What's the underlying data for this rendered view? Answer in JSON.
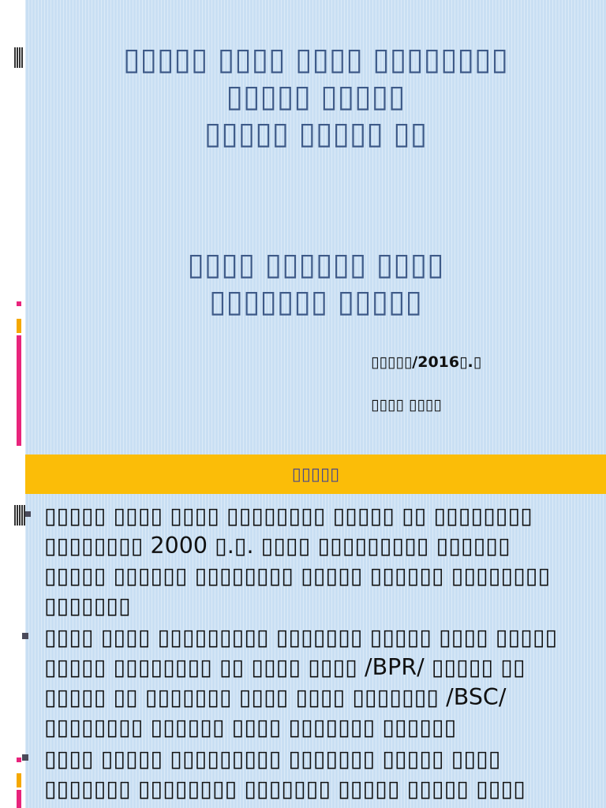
{
  "slide1": {
    "title_lines": [
      "▯▯▯▯▯ ▯▯▯▯ ▯▯▯▯ ▯▯▯▯▯▯▯▯",
      "▯▯▯▯▯ ▯▯▯▯▯",
      "▯▯▯▯▯ ▯▯▯▯▯ ▯▯"
    ],
    "subtitle_lines": [
      "▯▯▯▯ ▯▯▯▯▯▯ ▯▯▯▯",
      "▯▯▯▯▯▯▯ ▯▯▯▯▯"
    ],
    "date_text": "▯▯▯▯▯/2016▯.▯",
    "author_text": "▯▯▯▯ ▯▯▯▯"
  },
  "slide2": {
    "banner": "▯▯▯▯▯",
    "bullets": [
      "▯▯▯▯▯ ▯▯▯▯ ▯▯▯▯ ▯▯▯▯▯▯▯▯ ▯▯▯▯▯ ▯▯ ▯▯▯▯▯▯▯▯ ▯▯▯▯▯▯▯▯ 2000 ▯.▯. ▯▯▯▯ ▯▯▯▯▯▯▯▯▯ ▯▯▯▯▯▯ ▯▯▯▯▯ ▯▯▯▯▯▯ ▯▯▯▯▯▯▯▯ ▯▯▯▯▯ ▯▯▯▯▯▯ ▯▯▯▯▯▯▯▯ ▯▯▯▯▯▯▯",
      "▯▯▯▯ ▯▯▯▯ ▯▯▯▯▯▯▯▯▯ ▯▯▯▯▯▯▯ ▯▯▯▯▯ ▯▯▯▯ ▯▯▯▯▯ ▯▯▯▯▯ ▯▯▯▯▯▯▯▯ ▯▯ ▯▯▯▯ ▯▯▯▯ /BPR/ ▯▯▯▯▯ ▯▯ ▯▯▯▯▯ ▯▯ ▯▯▯▯▯▯▯ ▯▯▯▯ ▯▯▯▯ ▯▯▯▯▯▯▯ /BSC/ ▯▯▯▯▯▯▯▯ ▯▯▯▯▯▯ ▯▯▯▯ ▯▯▯▯▯▯▯ ▯▯▯▯▯▯",
      "▯▯▯▯ ▯▯▯▯▯ ▯▯▯▯▯▯▯▯▯ ▯▯▯▯▯▯▯ ▯▯▯▯▯ ▯▯▯▯ ▯▯▯▯▯▯▯ ▯▯▯▯▯▯▯▯ ▯▯▯▯▯▯▯ ▯▯▯▯▯ ▯▯▯▯▯ ▯▯▯▯ ▯▯▯▯▯▯▯ ▯▯▯▯"
    ]
  },
  "colors": {
    "slide_bg": "#c9dff3",
    "title_text": "#3e5a88",
    "banner_bg": "#fbbd08",
    "accent_pink": "#e8247c",
    "accent_orange": "#f5a800"
  }
}
